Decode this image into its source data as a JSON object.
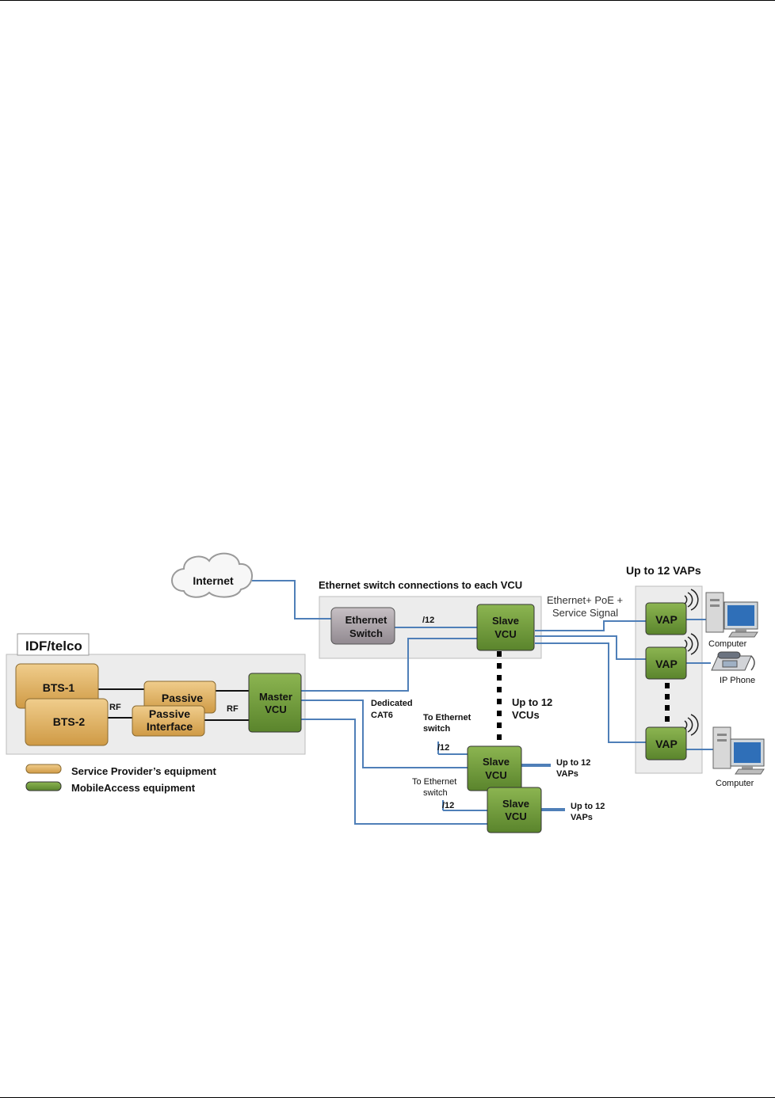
{
  "labels": {
    "internet": "Internet",
    "ethernet_switch_line1": "Ethernet",
    "ethernet_switch_line2": "Switch",
    "switch_connections_title": "Ethernet switch connections to each VCU",
    "slash12": "/12",
    "up_to_12_vaps_title": "Up to 12 VAPs",
    "eth_poe_line1": "Ethernet+ PoE +",
    "eth_poe_line2": "Service Signal",
    "slave_line1": "Slave",
    "vcu": "VCU",
    "master_line1": "Master",
    "idf_telco": "IDF/telco",
    "bts1": "BTS-1",
    "bts2": "BTS-2",
    "passive": "Passive",
    "passive_interface_line1": "Passive",
    "passive_interface_line2": "Interface",
    "rf": "RF",
    "dedicated_line1": "Dedicated",
    "dedicated_line2": "CAT6",
    "up_to_12_vcus_line1": "Up to 12",
    "up_to_12_vcus_line2": "VCUs",
    "to_ethernet_line1": "To Ethernet",
    "to_ethernet_line2": "switch",
    "up_to_12_line1": "Up to 12",
    "vaps": "VAPs",
    "vap": "VAP",
    "computer": "Computer",
    "ip_phone": "IP Phone"
  },
  "legend": {
    "service_provider": "Service Provider’s equipment",
    "mobileaccess": "MobileAccess equipment"
  },
  "colors": {
    "green": "#6f9a3a",
    "orange": "#e0b266",
    "cable": "#4f7fb8",
    "switch": "#a8a0a4"
  }
}
